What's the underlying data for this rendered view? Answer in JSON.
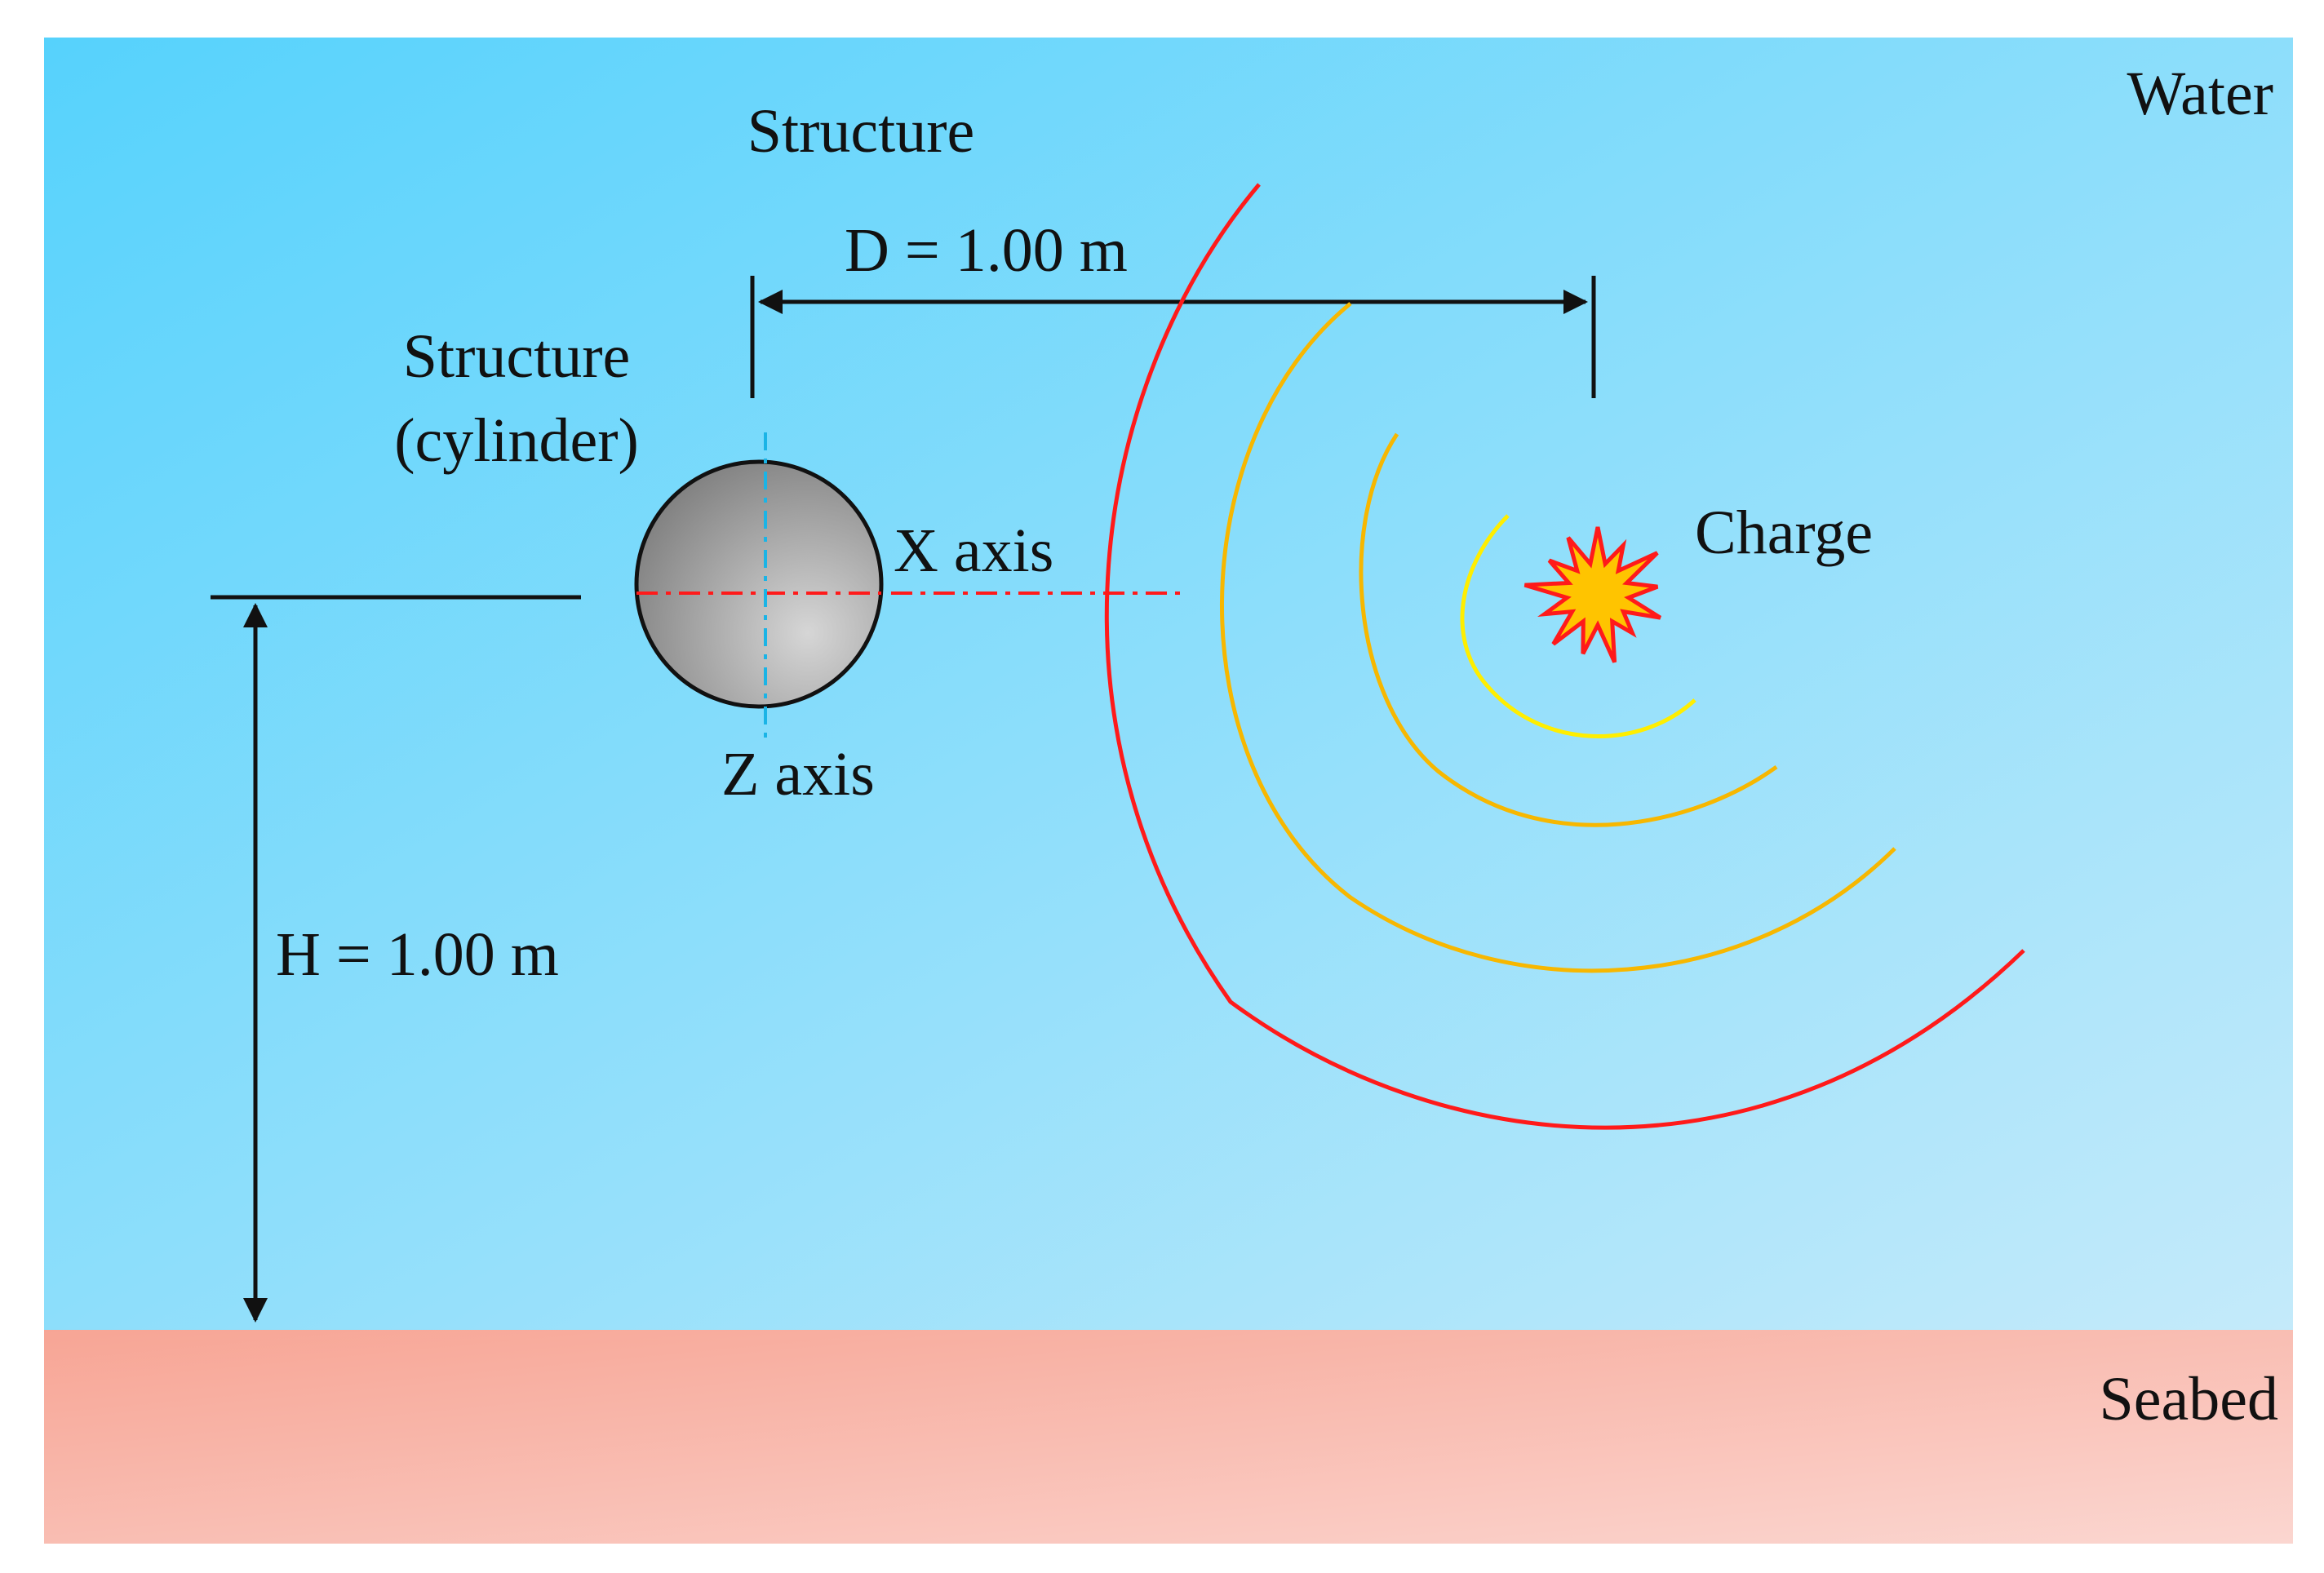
{
  "labels": {
    "water": "Water",
    "seabed": "Seabed",
    "structure_title": "Structure",
    "structure_line1": "Structure",
    "structure_line2": "(cylinder)",
    "x_axis": "X axis",
    "z_axis": "Z axis",
    "distance": "D = 1.00 m",
    "height": "H = 1.00 m",
    "charge": "Charge"
  },
  "colors": {
    "water_top": "#56d2fc",
    "water_bottom": "#c4eafa",
    "seabed_top": "#f7a595",
    "seabed_bottom": "#fbd6d0",
    "outer_wave": "#ff1a1a",
    "middle_waves": "#f7b700",
    "inner_wave": "#ffee00",
    "charge_fill": "#ffc400",
    "charge_outline": "#ff1a1a",
    "x_axis_line": "#ff1a1a",
    "z_axis_line": "#1ab4e6"
  },
  "icons": {
    "charge": "explosion-icon",
    "structure": "cylinder-cross-section"
  }
}
